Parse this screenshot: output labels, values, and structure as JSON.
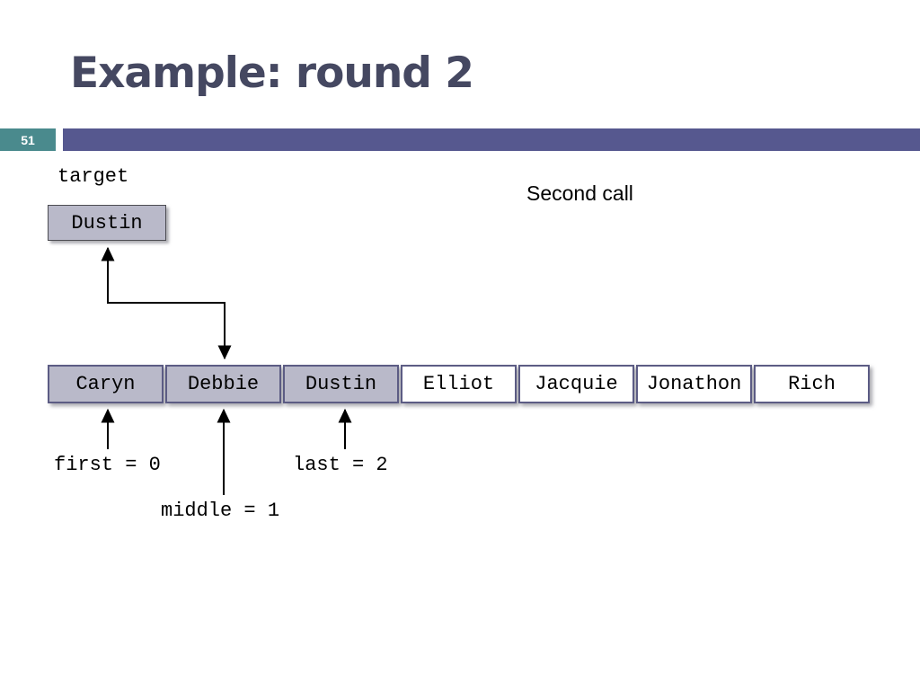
{
  "slide": {
    "title": "Example: round 2",
    "page_number": "51",
    "annotation": "Second call"
  },
  "diagram": {
    "target": {
      "label": "target",
      "value": "Dustin"
    },
    "array": {
      "cells": [
        {
          "label": "Caryn",
          "highlighted": true
        },
        {
          "label": "Debbie",
          "highlighted": true
        },
        {
          "label": "Dustin",
          "highlighted": true
        },
        {
          "label": "Elliot",
          "highlighted": false
        },
        {
          "label": "Jacquie",
          "highlighted": false
        },
        {
          "label": "Jonathon",
          "highlighted": false
        },
        {
          "label": "Rich",
          "highlighted": false
        }
      ]
    },
    "pointers": {
      "first": "first = 0",
      "middle": "middle = 1",
      "last": "last = 2"
    }
  },
  "theme": {
    "colors": {
      "badge_teal": "#4a8a8d",
      "bar_purple": "#56588f",
      "title_color": "#454861",
      "highlight_fill": "#b9b9c9",
      "cell_border": "#5c5c84"
    }
  }
}
